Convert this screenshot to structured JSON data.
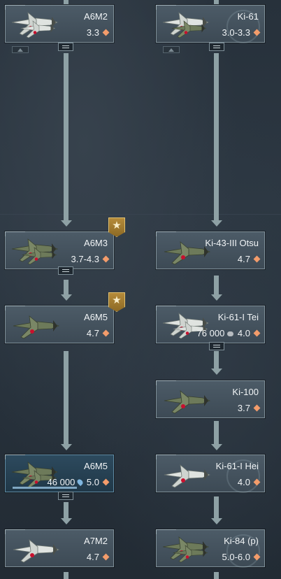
{
  "colors": {
    "accent": "#f39c6b",
    "connector": "#8ea1a5",
    "research_blue": "#7fa7c2",
    "premium_gold": "#b58b3a"
  },
  "left_column": [
    {
      "name": "A6M2",
      "br": "3.3",
      "badge": false,
      "researching": false
    },
    {
      "name": "A6M3",
      "br": "3.7-4.3",
      "badge": true,
      "badge_icon": "star-icon",
      "researching": false
    },
    {
      "name": "A6M5",
      "br": "4.7",
      "badge": true,
      "badge_icon": "star-icon",
      "researching": false
    },
    {
      "name": "A6M5",
      "br": "5.0",
      "researching": true,
      "rp": "46 000",
      "rp_icon": "research-points-icon",
      "progress": 0.65
    },
    {
      "name": "A7M2",
      "br": "4.7",
      "researching": false
    }
  ],
  "right_column": [
    {
      "name": "Ki-61",
      "br": "3.0-3.3",
      "researching": false
    },
    {
      "name": "Ki-43-III Otsu",
      "br": "4.7",
      "researching": false
    },
    {
      "name": "Ki-61-I Tei",
      "br": "4.0",
      "rp": "76 000",
      "rp_icon": "silver-lions-icon",
      "researching": false
    },
    {
      "name": "Ki-100",
      "br": "3.7",
      "researching": false
    },
    {
      "name": "Ki-61-I Hei",
      "br": "4.0",
      "researching": false
    },
    {
      "name": "Ki-84 (p)",
      "br": "5.0-6.0",
      "researching": false
    }
  ],
  "ui": {
    "diamond_icon": "battle-rating-icon",
    "stack_icon": "folder-list-icon",
    "rank_icon": "rank-arrow-icon"
  }
}
